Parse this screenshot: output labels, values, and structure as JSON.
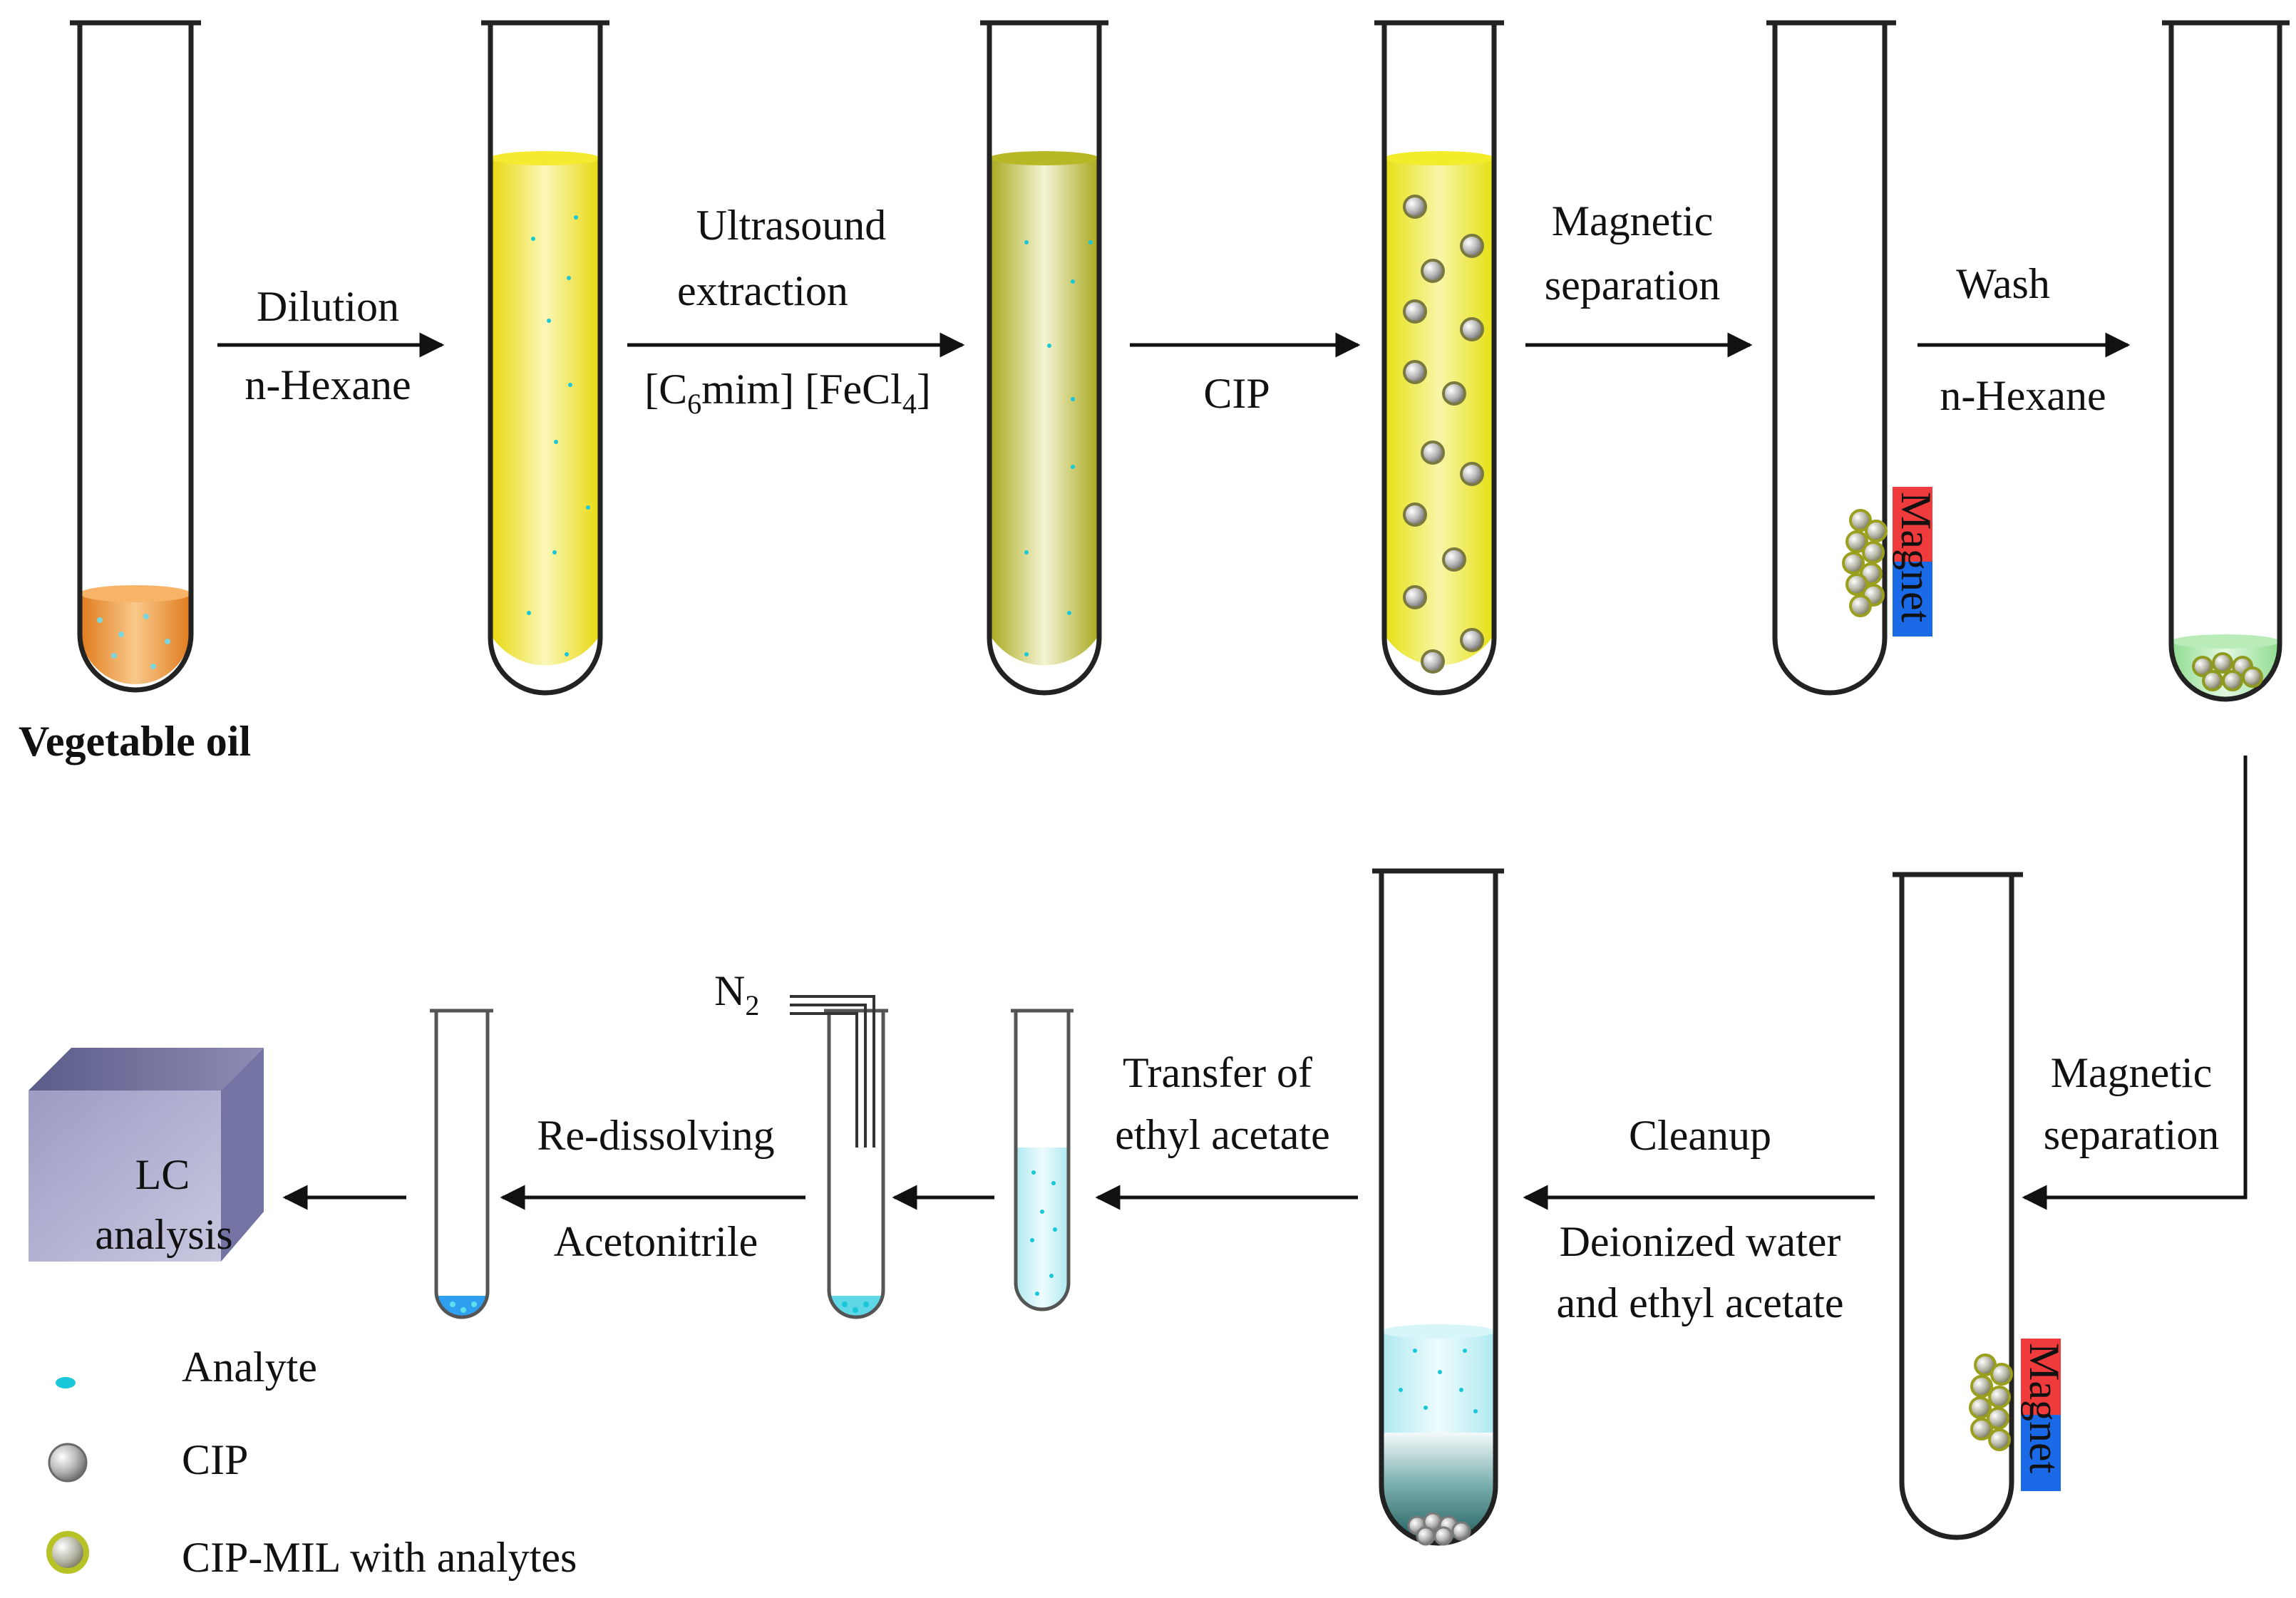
{
  "colors": {
    "oil": "#f5a033",
    "dilute": "#f2e51a",
    "olive": "#c2c22e",
    "cip_liquid": "#efea1c",
    "wash_green": "#a6e5a6",
    "aqueous": "#bff0f5",
    "teal_bottom": "#2d6e6e",
    "magnet_red": "#ef3b3b",
    "magnet_blue": "#1a6ae8",
    "analyte": "#18c8d8",
    "lc_box": "#8f8fb8"
  },
  "icons": [
    "test-tube-icon",
    "magnet-icon",
    "nitrogen-inlet-icon",
    "lc-instrument-icon",
    "arrow-icon"
  ],
  "row1": {
    "tube1_caption": "Vegetable oil",
    "step1": {
      "top": "Dilution",
      "bottom": "n-Hexane"
    },
    "step2": {
      "line1": "Ultrasound",
      "line2": "extraction",
      "reagent_a": "[C",
      "reagent_a_sub": "6",
      "reagent_a_rest": "mim] [FeCl",
      "reagent_b_sub": "4",
      "reagent_b_rest": "]"
    },
    "step3": {
      "bottom": "CIP"
    },
    "step4": {
      "line1": "Magnetic",
      "line2": "separation"
    },
    "step5": {
      "top": "Wash",
      "bottom": "n-Hexane"
    },
    "magnet_label": "Magnet"
  },
  "row2": {
    "step6": {
      "line1": "Magnetic",
      "line2": "separation"
    },
    "step7": {
      "top": "Cleanup",
      "line1": "Deionized water",
      "line2": "and ethyl acetate"
    },
    "step8": {
      "line1": "Transfer of",
      "line2": "ethyl acetate"
    },
    "nitrogen": {
      "base": "N",
      "sub": "2"
    },
    "step9": {
      "top": "Re-dissolving",
      "bottom": "Acetonitrile"
    },
    "lc": {
      "line1": "LC",
      "line2": "analysis"
    },
    "magnet_label": "Magnet"
  },
  "legend": {
    "items": [
      {
        "key": "analyte",
        "label": "Analyte"
      },
      {
        "key": "cip",
        "label": "CIP"
      },
      {
        "key": "cipmil",
        "label": "CIP-MIL with analytes"
      }
    ]
  }
}
